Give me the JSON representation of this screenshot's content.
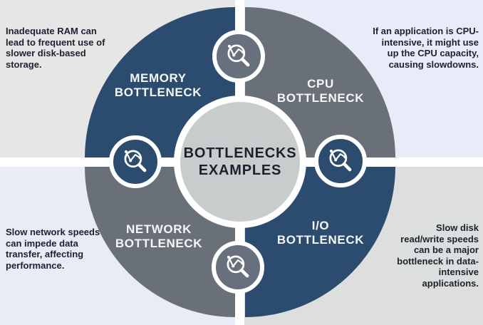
{
  "colors": {
    "blue": "#2b4c6f",
    "gray": "#6a7078",
    "icon_gray": "#68707e",
    "center_fill": "#c9cccc",
    "divider_white": "#ffffff",
    "bg_top_left": "#e5e6e5",
    "bg_top_right": "#e8ecf8",
    "bg_bottom_left": "#e9ebf7",
    "bg_bottom_right": "#dcdfde",
    "heading_text": "#1c212e",
    "label_text": "#f5f7f8"
  },
  "title": {
    "line1": "BOTTLENECKS",
    "line2": "EXAMPLES"
  },
  "quadrants": [
    {
      "id": "memory",
      "line1": "MEMORY",
      "line2": "BOTTLENECK",
      "fill": "#2b4c6f",
      "note_lines": [
        "Inadequate RAM can",
        "lead to frequent use of",
        "slower disk-based",
        "storage."
      ]
    },
    {
      "id": "cpu",
      "line1": "CPU",
      "line2": "BOTTLENECK",
      "fill": "#6a7078",
      "note_lines": [
        "If an application is CPU-",
        "intensive, it might use",
        "up the CPU capacity,",
        "causing slowdowns."
      ]
    },
    {
      "id": "network",
      "line1": "NETWORK",
      "line2": "BOTTLENECK",
      "fill": "#6a7078",
      "note_lines": [
        "Slow network speeds",
        "can impede data",
        "transfer, affecting",
        "performance."
      ]
    },
    {
      "id": "io",
      "line1": "I/O",
      "line2": "BOTTLENECK",
      "fill": "#2b4c6f",
      "note_lines": [
        "Slow disk",
        "read/write speeds",
        "can be a major",
        "bottleneck in data-",
        "intensive",
        "applications."
      ]
    }
  ],
  "icons": [
    {
      "position": "top",
      "name": "magnifier-chart-icon",
      "fill": "#68707e"
    },
    {
      "position": "right",
      "name": "magnifier-chart-icon",
      "fill": "#2b4c6f"
    },
    {
      "position": "bottom",
      "name": "magnifier-chart-icon",
      "fill": "#68707e"
    },
    {
      "position": "left",
      "name": "magnifier-chart-icon",
      "fill": "#2b4c6f"
    }
  ]
}
